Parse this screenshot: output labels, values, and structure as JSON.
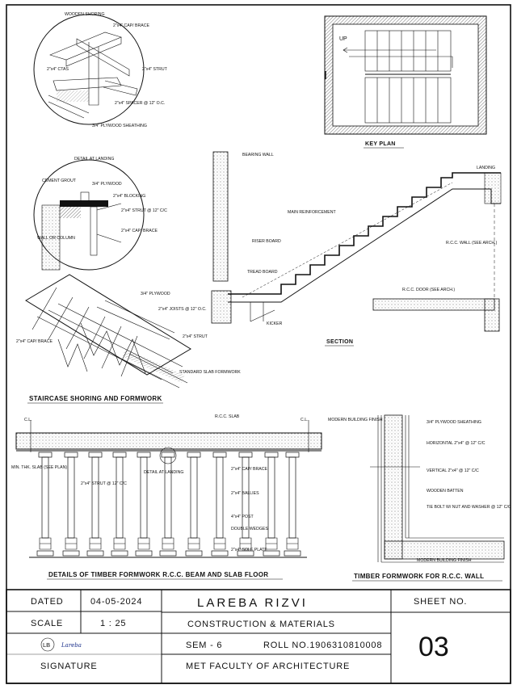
{
  "shoring_detail": {
    "title": "WOODEN SHORING",
    "labels": [
      "2\"x4\" CAP/ BRACE",
      "2\"x4\" CTAS",
      "2\"x4\" STRUT",
      "2\"x4\" SPACER @ 12\" O.C.",
      "3/4\" PLYWOOD SHEATHING"
    ]
  },
  "landing_detail": {
    "title": "DETAIL AT LANDING",
    "labels": [
      "CEMENT GROUT",
      "3/4\" PLYWOOD",
      "2\"x4\" BLOCKING",
      "2\"x4\" STRUT @ 12\" C/C",
      "2\"x4\" CAP/ BRACE",
      "WALL OR COLUMN"
    ]
  },
  "key_plan": {
    "title": "KEY PLAN",
    "up_label": "UP"
  },
  "section": {
    "title": "SECTION",
    "labels": [
      "BEARING WALL",
      "LANDING",
      "MAIN REINFORCEMENT",
      "RISER BOARD",
      "TREAD BOARD",
      "KICKER",
      "R.C.C. WALL (SEE ARCH.)",
      "R.C.C. DOOR (SEE ARCH.)"
    ]
  },
  "staircase_shoring": {
    "title": "STAIRCASE SHORING AND FORMWORK",
    "labels": [
      "3/4\" PLYWOOD",
      "2\"x4\" JOISTS @ 12\" O.C.",
      "2\"x4\" CAP/ BRACE",
      "2\"x4\" STRUT",
      "STANDARD SLAB FORMWORK"
    ]
  },
  "beam_slab": {
    "title": "DETAILS OF TIMBER FORMWORK R.C.C. BEAM AND SLAB FLOOR",
    "labels": [
      "C.L.",
      "C.L.",
      "R.C.C. SLAB",
      "MODERN BUILDING FINISH",
      "MIN. THK. SLAB (SEE PLAN)",
      "2\"x4\" STRUT @ 12\" C/C",
      "DETAIL AT LANDING",
      "2\"x4\" CAP/ BRACE",
      "2\"x4\" BALLIES",
      "4\"x4\" POST",
      "DOUBLE WEDGES",
      "2\"x4\" SOLE PLATE"
    ]
  },
  "wall_formwork": {
    "title": "TIMBER FORMWORK FOR R.C.C. WALL",
    "labels": [
      "3/4\" PLYWOOD SHEATHING",
      "HORIZONTAL 2\"x4\" @ 12\" C/C",
      "VERTICAL 2\"x4\" @ 12\" C/C",
      "WOODEN BATTEN",
      "TIE BOLT W/ NUT AND WASHER @ 12\" C/C",
      "MODERN BUILDING FINISH"
    ]
  },
  "title_block": {
    "dated_label": "DATED",
    "dated_value": "04-05-2024",
    "scale_label": "SCALE",
    "scale_value": "1 : 25",
    "name": "LAREBA RIZVI",
    "subject": "CONSTRUCTION & MATERIALS",
    "semester": "SEM - 6",
    "roll": "ROLL NO.1906310810008",
    "faculty": "MET FACULTY OF ARCHITECTURE",
    "sheet_label": "SHEET NO.",
    "sheet_value": "03",
    "signature_label": "SIGNATURE",
    "monogram": "LB",
    "signature": "Lareba"
  }
}
